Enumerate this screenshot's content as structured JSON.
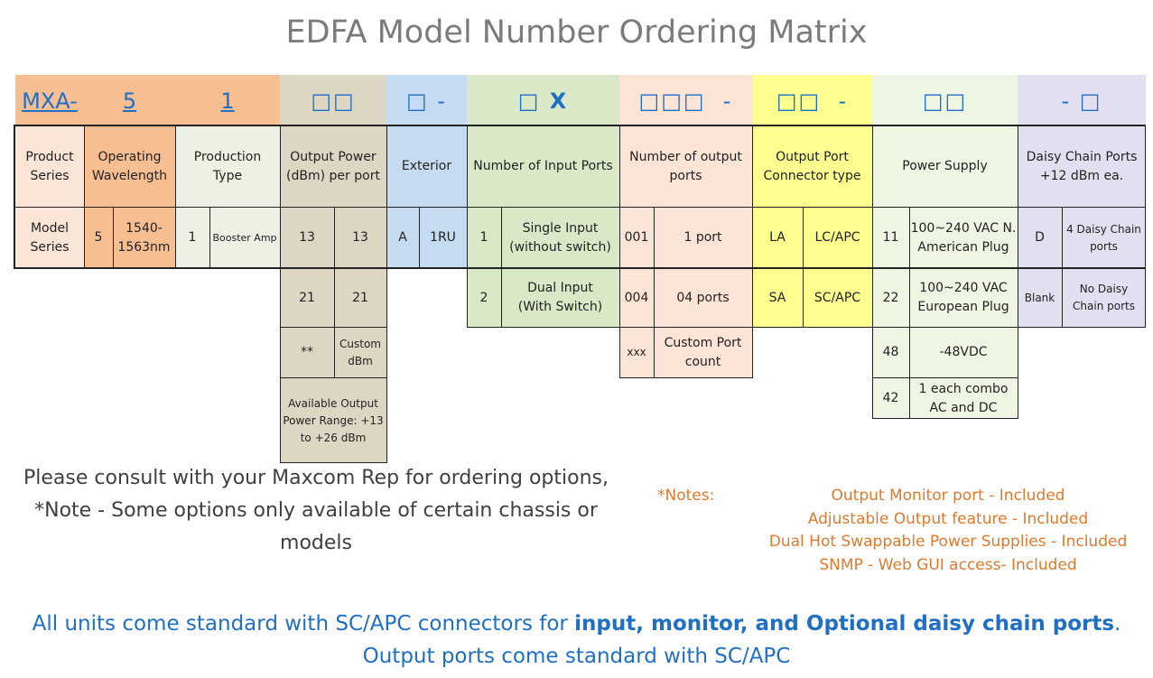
{
  "title": "EDFA Model Number Ordering Matrix",
  "colors": {
    "series": "#f7be91",
    "series_light": "#fbe5d6",
    "production": "#edf1e4",
    "power": "#ddd6c3",
    "exterior": "#c5dbf1",
    "input": "#d9e8c7",
    "output": "#fbe4d5",
    "connector": "#fdff8f",
    "supply": "#eff5e3",
    "daisy": "#e4dff0",
    "code_text": "#1f6fc5",
    "notes_text": "#e07a2e"
  },
  "codes": {
    "series": "MXA-",
    "wavelength": "5",
    "production": "1",
    "power": "□□",
    "exterior": "□ -",
    "input": "□ X",
    "output": "□□□  -",
    "connector": "□□  -",
    "supply": "□□",
    "daisy": "- □"
  },
  "headers": {
    "product_series": "Product\nSeries",
    "operating_wavelength": "Operating\nWavelength",
    "production_type": "Production\nType",
    "output_power": "Output Power\n(dBm) per port",
    "exterior": "Exterior",
    "input_ports": "Number of Input Ports",
    "output_ports": "Number of output\nports",
    "connector_type": "Output Port\nConnector type",
    "power_supply": "Power Supply",
    "daisy_chain": "Daisy Chain Ports\n+12 dBm ea."
  },
  "options": {
    "series": {
      "label": "Model\nSeries"
    },
    "wavelength": {
      "code": "5",
      "value": "1540-\n1563nm"
    },
    "production": {
      "code": "1",
      "value": "Booster Amp"
    },
    "power": [
      {
        "code": "13",
        "value": "13"
      },
      {
        "code": "21",
        "value": "21"
      },
      {
        "code": "**",
        "value": "Custom\ndBm"
      }
    ],
    "power_note": "Available Output\nPower Range: +13\nto +26 dBm",
    "exterior": {
      "code": "A",
      "value": "1RU"
    },
    "input": [
      {
        "code": "1",
        "value": "Single Input\n(without switch)"
      },
      {
        "code": "2",
        "value": "Dual Input\n(With Switch)"
      }
    ],
    "output": [
      {
        "code": "001",
        "value": "1 port"
      },
      {
        "code": "004",
        "value": "04 ports"
      },
      {
        "code": "xxx",
        "value": "Custom Port\ncount"
      }
    ],
    "connector": [
      {
        "code": "LA",
        "value": "LC/APC"
      },
      {
        "code": "SA",
        "value": "SC/APC"
      }
    ],
    "supply": [
      {
        "code": "11",
        "value": "100~240 VAC  N.\nAmerican Plug"
      },
      {
        "code": "22",
        "value": "100~240 VAC\nEuropean Plug"
      },
      {
        "code": "48",
        "value": "-48VDC"
      },
      {
        "code": "42",
        "value": "1 each combo\nAC and DC"
      }
    ],
    "daisy": [
      {
        "code": "D",
        "value": "4 Daisy Chain\nports"
      },
      {
        "code": "Blank",
        "value": "No Daisy\nChain ports"
      }
    ]
  },
  "consult": "Please consult with your Maxcom Rep for ordering options,\n*Note - Some options only available of certain chassis or\nmodels",
  "notes_label": "*Notes:",
  "notes": [
    "Output Monitor port - Included",
    "Adjustable Output feature - Included",
    "Dual Hot Swappable Power Supplies - Included",
    "SNMP - Web GUI access- Included"
  ],
  "footer": {
    "line1_prefix": "All units come standard with SC/APC connectors for ",
    "line1_bold": "input, monitor, and Optional daisy chain ports",
    "line1_suffix": ".",
    "line2": "Output ports come standard with SC/APC"
  }
}
